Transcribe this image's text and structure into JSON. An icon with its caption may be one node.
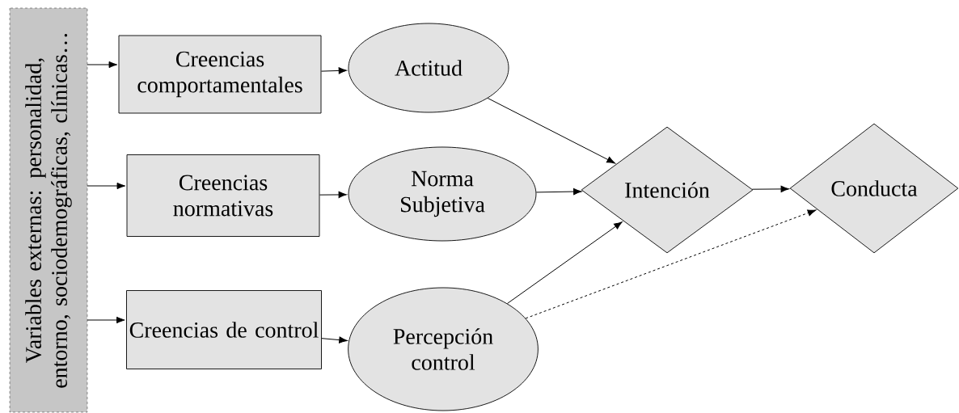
{
  "diagram": {
    "nodes": [
      {
        "text": [
          "Variables externas: personalidad, entorno, sociodemográficas, clínicas…"
        ]
      },
      {
        "text": [
          "Creencias comportamentales"
        ]
      },
      {
        "text": [
          "Creencias normativas"
        ]
      },
      {
        "text": [
          "Creencias de control"
        ]
      },
      {
        "text": [
          "Actitud"
        ]
      },
      {
        "text": [
          "Norma Subjetiva"
        ]
      },
      {
        "text": [
          "Percepción control"
        ]
      },
      {
        "text": [
          "Intención"
        ]
      },
      {
        "text": [
          "Conducta"
        ]
      }
    ],
    "edges": [
      {
        "from": 0,
        "to": 1,
        "arrow": "to"
      },
      {
        "from": 0,
        "to": 2,
        "arrow": "to"
      },
      {
        "from": 0,
        "to": 3,
        "arrow": "to"
      },
      {
        "from": 1,
        "to": 4,
        "arrow": "to"
      },
      {
        "from": 2,
        "to": 5,
        "arrow": "to"
      },
      {
        "from": 3,
        "to": 6,
        "arrow": "to"
      },
      {
        "from": 4,
        "to": 7,
        "arrow": "to"
      },
      {
        "from": 5,
        "to": 7,
        "arrow": "to"
      },
      {
        "from": 6,
        "to": 7,
        "arrow": "to"
      },
      {
        "from": 7,
        "to": 8,
        "arrow": "to"
      },
      {
        "from": 6,
        "to": 8,
        "arrow": "to",
        "style": "dashed"
      }
    ]
  }
}
